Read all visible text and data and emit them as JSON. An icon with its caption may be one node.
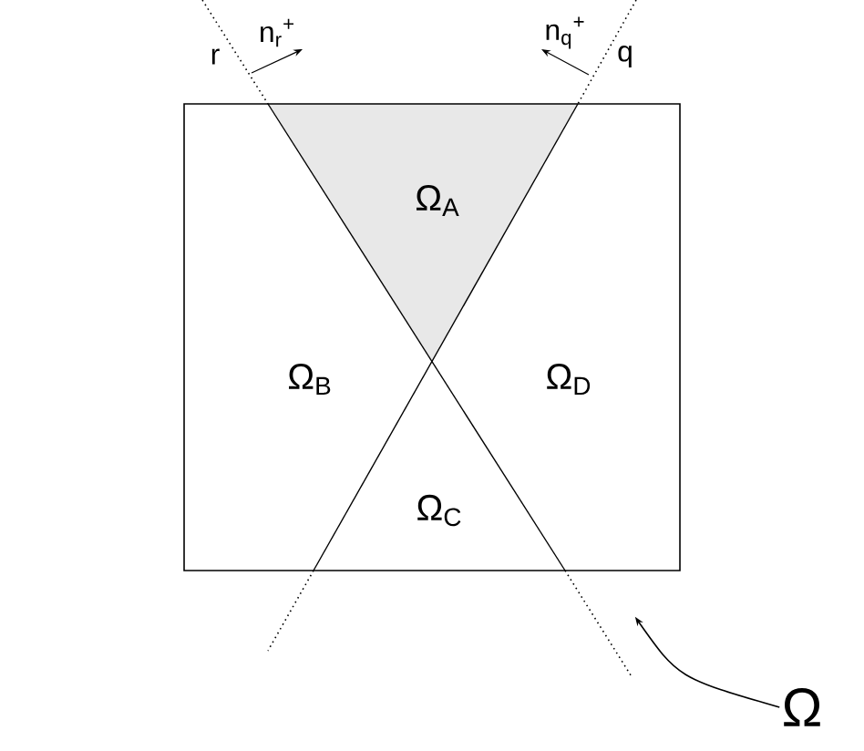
{
  "diagram": {
    "nodes": [
      {
        "text": [],
        "shape": "box"
      },
      {
        "text": [
          "Ω"
        ]
      }
    ],
    "edges": [
      {
        "from": 1,
        "to": 0,
        "arrow": "to"
      }
    ],
    "labels": [
      "n$_{r}$$^{+}$",
      "n$_{q}$$^{+}$",
      "r",
      "q",
      "Ω$_{A}$",
      "Ω$_{B}$",
      "Ω$_{D}$",
      "Ω$_{C}$"
    ]
  }
}
